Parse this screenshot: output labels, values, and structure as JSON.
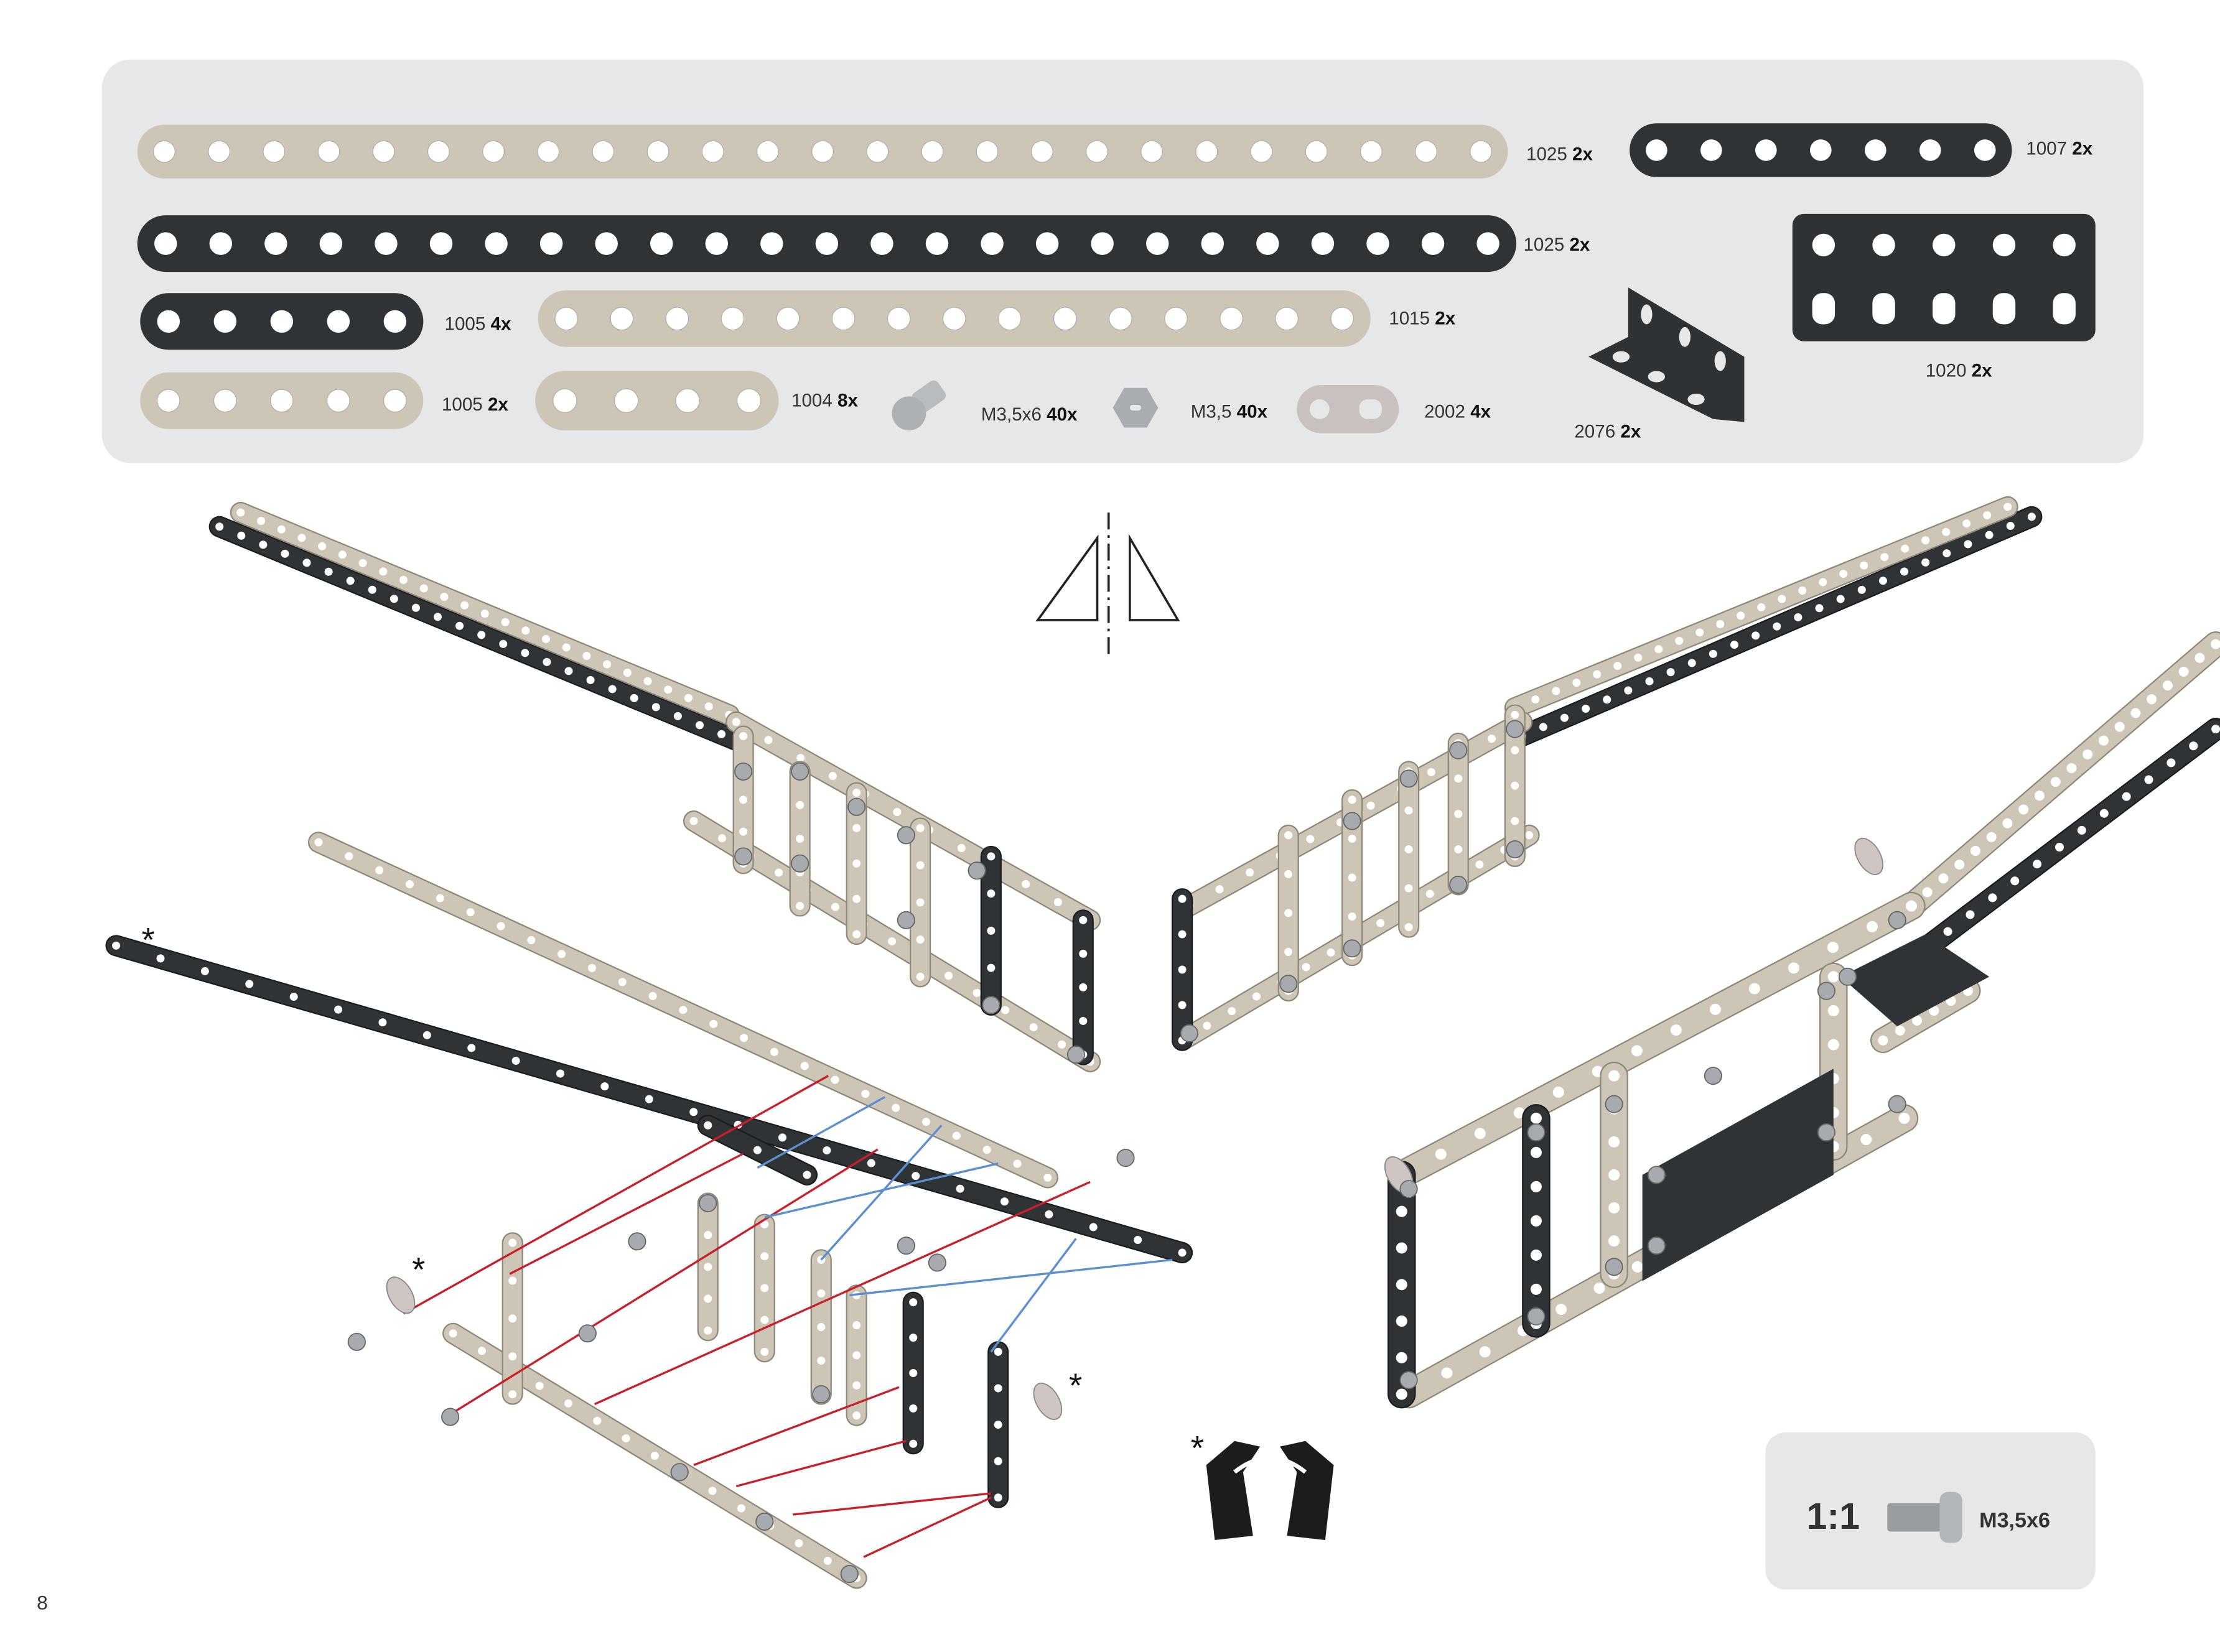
{
  "parts_panel": {
    "parts": [
      {
        "code": "1025",
        "qty": "2x"
      },
      {
        "code": "1007",
        "qty": "2x"
      },
      {
        "code": "1025",
        "qty": "2x"
      },
      {
        "code": "1020",
        "qty": "2x"
      },
      {
        "code": "1005",
        "qty": "4x"
      },
      {
        "code": "1015",
        "qty": "2x"
      },
      {
        "code": "1005",
        "qty": "2x"
      },
      {
        "code": "1004",
        "qty": "8x"
      },
      {
        "code": "M3,5x6",
        "qty": "40x"
      },
      {
        "code": "M3,5",
        "qty": "40x"
      },
      {
        "code": "2002",
        "qty": "4x"
      },
      {
        "code": "2076",
        "qty": "2x"
      }
    ]
  },
  "colors": {
    "tan": "#cdc6b6",
    "dark": "#303336",
    "panel": "#e6e7e9",
    "red": "#c8202a",
    "blue": "#5b8fd0"
  },
  "markers": {
    "asterisk": "*"
  },
  "scale_box": {
    "ratio": "1:1",
    "screw": "M3,5x6"
  },
  "page_number": "8"
}
